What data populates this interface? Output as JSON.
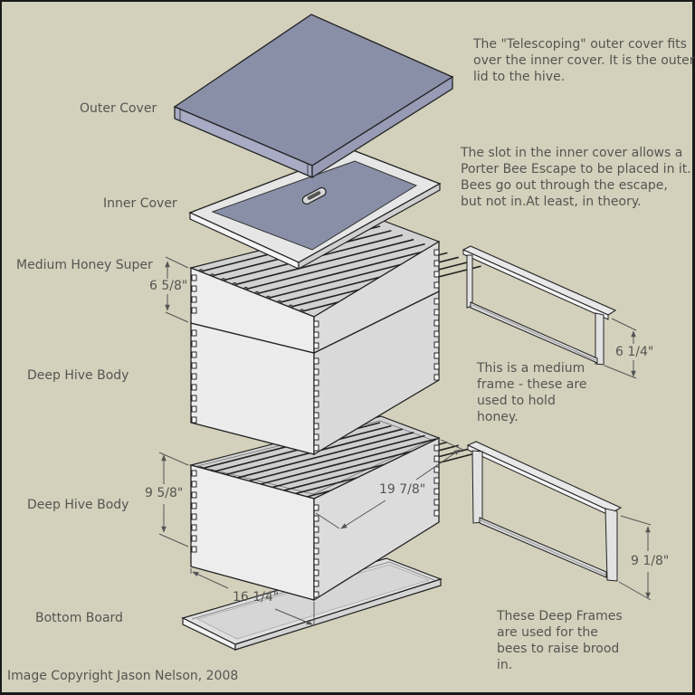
{
  "diagram": {
    "title": "Langstroth Beehive Exploded View",
    "colors": {
      "background": "#d3d1bc",
      "cover_blue": "#8a8fa8",
      "cover_side": "#a4a8c0",
      "wood_light": "#ececec",
      "wood_shade": "#d8d8d8",
      "text": "#555551",
      "outline": "#1a1a1a"
    },
    "components": [
      {
        "id": "outer-cover",
        "label": "Outer Cover"
      },
      {
        "id": "inner-cover",
        "label": "Inner Cover"
      },
      {
        "id": "medium-honey-super",
        "label": "Medium Honey Super"
      },
      {
        "id": "deep-hive-body-1",
        "label": "Deep Hive Body"
      },
      {
        "id": "deep-hive-body-2",
        "label": "Deep Hive Body"
      },
      {
        "id": "bottom-board",
        "label": "Bottom Board"
      }
    ],
    "dimensions": {
      "super_height": "6 5/8\"",
      "deep_height": "9 5/8\"",
      "box_length": "19 7/8\"",
      "box_width": "16 1/4\"",
      "medium_frame_height": "6 1/4\"",
      "deep_frame_height": "9 1/8\""
    },
    "notes": {
      "outer_cover": "The \"Telescoping\" outer cover fits\nover the inner cover.  It is the outer\nlid to the hive.",
      "inner_cover": "The slot in the inner cover allows a\nPorter Bee Escape to be placed in it.\nBees go out through the escape,\nbut not in.At least, in theory.",
      "medium_frame": "This is a medium\nframe - these are\nused to hold\nhoney.",
      "deep_frame": "These Deep Frames\nare used for the\nbees to raise brood\nin."
    },
    "copyright": "Image Copyright Jason Nelson, 2008"
  }
}
